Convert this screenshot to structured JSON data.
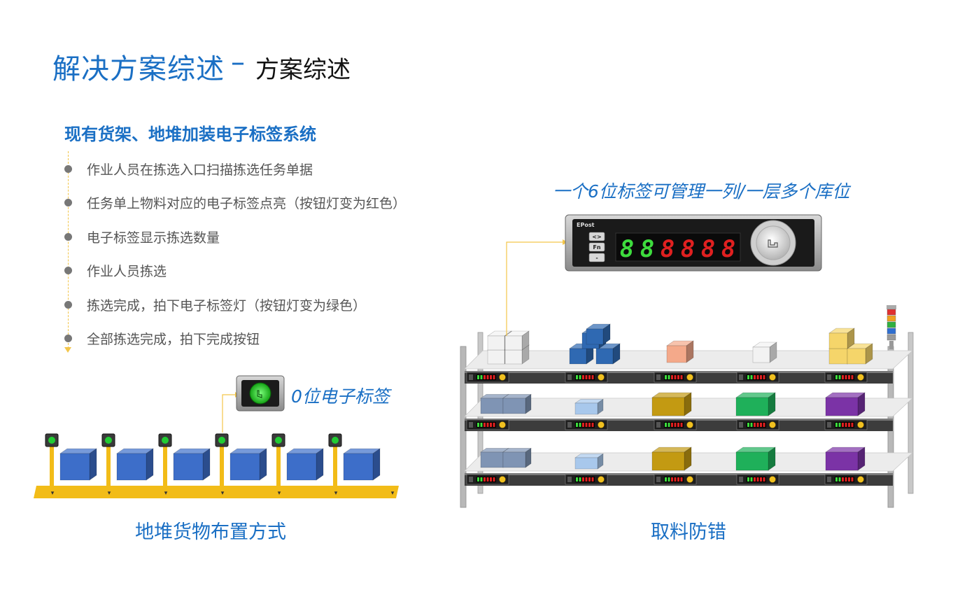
{
  "header": {
    "title_main": "解决方案综述",
    "title_separator": "–",
    "title_sub": "方案综述"
  },
  "left_panel": {
    "heading": "现有货架、地堆加装电子标签系统",
    "steps": [
      "作业人员在拣选入口扫描拣选任务单据",
      "任务单上物料对应的电子标签点亮（按钮灯变为红色）",
      "电子标签显示拣选数量",
      "作业人员拣选",
      "拣选完成，拍下电子标签灯（按钮灯变为绿色）",
      "全部拣选完成，拍下完成按钮"
    ]
  },
  "floor_diagram": {
    "callout_label": "0位电子标签",
    "caption": "地堆货物布置方式",
    "box_color": "#3d6ec9",
    "rail_color": "#f2bc18",
    "label_light_color": "#22cc33"
  },
  "shelf_diagram": {
    "callout_label": "一个6位标签可管理一列/一层多个库位",
    "caption": "取料防错",
    "device_digits": "888888",
    "device_brand": "EPost",
    "device_keys": [
      "<>",
      "Fn",
      "-"
    ],
    "item_colors": {
      "white": "#f2f2f2",
      "blue": "#2f69b2",
      "peach": "#f4a98a",
      "yellow": "#f5d56a",
      "slate": "#7f94b4",
      "light_blue": "#a8c8ec",
      "gold": "#c39a12",
      "green": "#1fb05a",
      "purple": "#7b33a6"
    }
  }
}
